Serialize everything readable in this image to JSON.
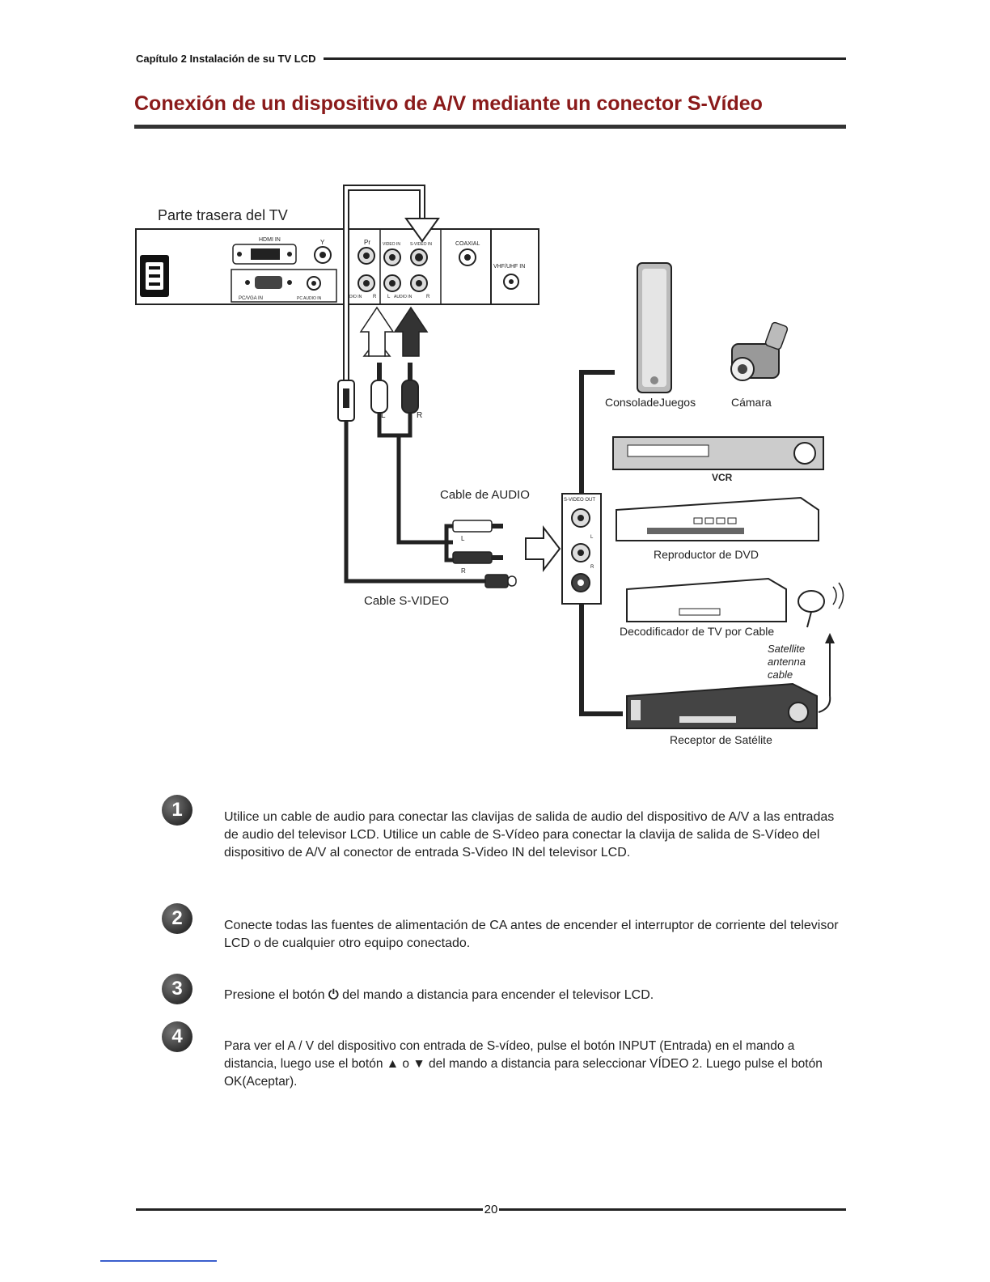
{
  "header": {
    "chapter": "Capítulo 2 Instalación de su TV LCD"
  },
  "title": "Conexión de un dispositivo de A/V mediante un conector S-Vídeo",
  "diagram": {
    "tv_rear_label": "Parte trasera del TV",
    "panel": {
      "hdmi_in": "HDMI IN",
      "y": "Y",
      "pr": "Pr",
      "video_in": "VIDEO IN",
      "svideo_in": "S-VIDEO IN",
      "coaxial": "COAXIAL",
      "vhf_uhf_in": "VHF/UHF IN",
      "pc_vga_in": "PC/VGA IN",
      "pc_audio_in": "PC AUDIO IN",
      "audio_in_r": "R",
      "audio_in_l": "L",
      "audio_in": "AUDIO IN",
      "audio_in_r2": "R",
      "audio_in_partial": "DIO IN"
    },
    "plug_l": "L",
    "plug_r": "R",
    "cable_audio": "Cable de AUDIO",
    "cable_svideo": "Cable S-VIDEO",
    "svideo_out": "S-VIDEO OUT",
    "jack_l": "L",
    "jack_r": "R",
    "cable_end_l": "L",
    "cable_end_r": "R",
    "devices": {
      "console": "ConsoladeJuegos",
      "camera": "Cámara",
      "vcr": "VCR",
      "dvd": "Reproductor de DVD",
      "cable_box": "Decodificador de TV por Cable",
      "satellite_line1": "Satellite",
      "satellite_line2": "antenna",
      "satellite_line3": "cable",
      "sat_receiver": "Receptor de Satélite"
    }
  },
  "steps": [
    {
      "number": "1",
      "text": "Utilice un cable de audio para conectar las clavijas de salida de audio del dispositivo de A/V a las entradas de audio del televisor LCD. Utilice un cable de S-Vídeo para conectar la clavija de salida de S-Vídeo del dispositivo de A/V al conector de entrada S-Video IN  del televisor LCD."
    },
    {
      "number": "2",
      "text": "Conecte todas las fuentes de alimentación de CA antes de encender el interruptor de corriente del televisor LCD o de cualquier otro equipo conectado."
    },
    {
      "number": "3",
      "text_before": "Presione el botón",
      "power_symbol": "⏻",
      "text_after": "del mando a distancia para encender el televisor LCD."
    },
    {
      "number": "4",
      "text": "Para ver el A / V del dispositivo con entrada de S-vídeo, pulse el botón INPUT (Entrada) en el mando a distancia, luego use el botón ▲ o ▼ del mando a distancia para seleccionar VÍDEO 2. Luego pulse el botón OK(Aceptar)."
    }
  ],
  "footer": {
    "page": "20"
  }
}
